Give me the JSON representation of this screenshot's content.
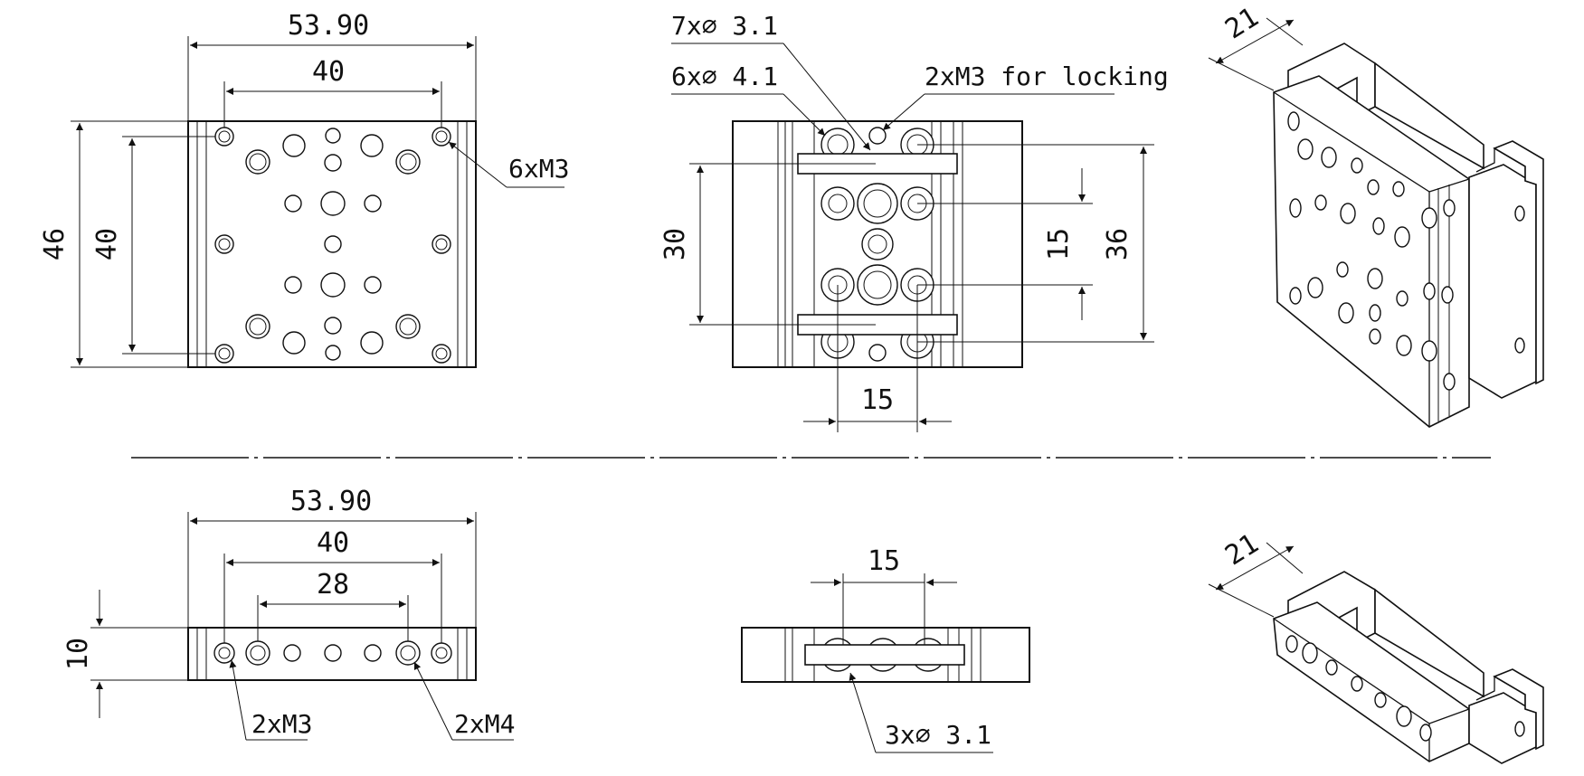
{
  "top_left_view": {
    "dim_width_overall": "53.90",
    "dim_width_holes": "40",
    "dim_height_overall": "46",
    "dim_height_holes": "40",
    "note_thread": "6xM3"
  },
  "top_middle_view": {
    "note_holes_small": "7x∅ 3.1",
    "note_holes_large": "6x∅ 4.1",
    "note_locking": "2xM3 for locking",
    "dim_height_outer": "30",
    "dim_height_inner": "15",
    "dim_height_total": "36",
    "dim_width_bottom": "15"
  },
  "top_right_view": {
    "dim_depth": "21"
  },
  "bottom_left_view": {
    "dim_width_overall": "53.90",
    "dim_width_holes": "40",
    "dim_width_m4": "28",
    "dim_height": "10",
    "note_m3": "2xM3",
    "note_m4": "2xM4"
  },
  "bottom_middle_view": {
    "dim_spacing": "15",
    "note_holes": "3x∅ 3.1"
  },
  "bottom_right_view": {
    "dim_depth": "21"
  }
}
